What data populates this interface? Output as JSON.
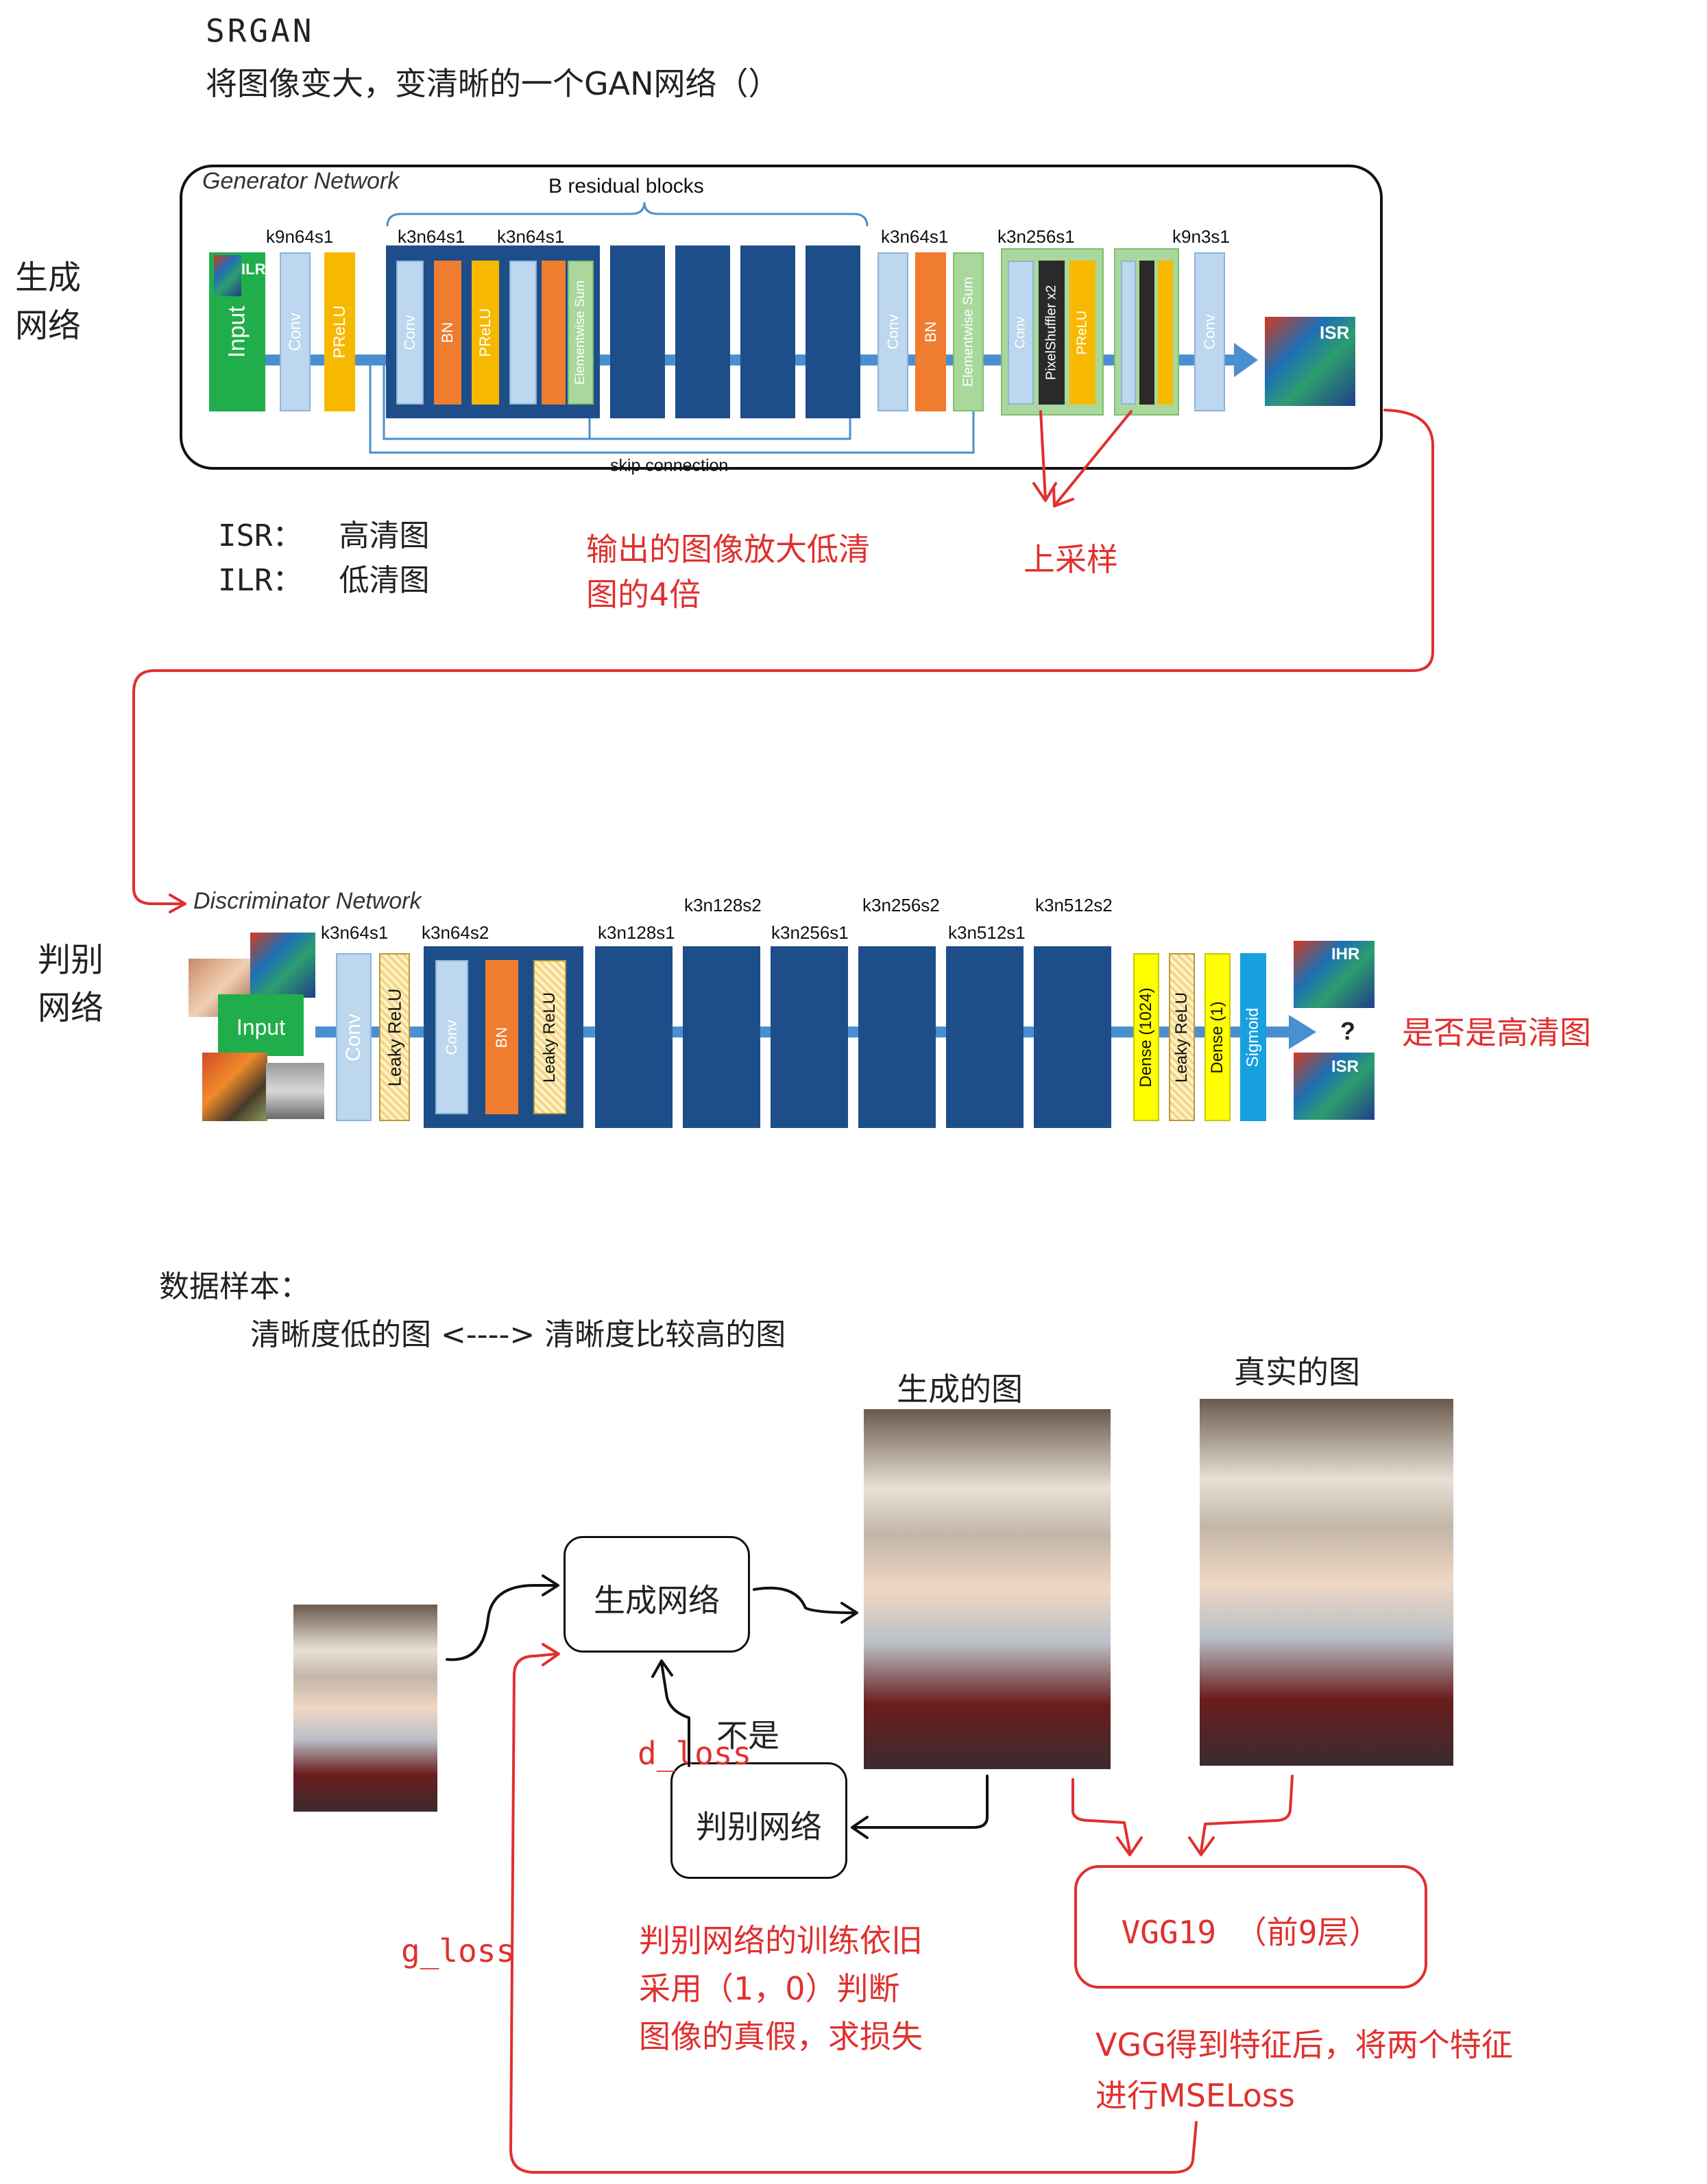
{
  "header": {
    "title": "SRGAN",
    "subtitle": "将图像变大，变清晰的一个GAN网络（）"
  },
  "generator": {
    "side_label_1": "生成",
    "side_label_2": "网络",
    "panel_title": "Generator Network",
    "residual_title": "B residual blocks",
    "skip_label": "skip connection",
    "input_label": "Input",
    "lr_tag": "LR",
    "sr_tag": "SR",
    "kernels": [
      "k9n64s1",
      "k3n64s1",
      "k3n64s1",
      "k3n64s1",
      "k3n256s1",
      "k9n3s1"
    ],
    "blocks": {
      "conv": "Conv",
      "prelu": "PReLU",
      "bn": "BN",
      "elementwise": "Elementwise Sum",
      "pixelshuffler": "PixelShuffler x2"
    }
  },
  "notes": {
    "isr_key": "ISR：",
    "isr_value": "高清图",
    "ilr_key": "ILR：",
    "ilr_value": "低清图",
    "output_note_1": "输出的图像放大低清",
    "output_note_2": "图的4倍",
    "upsample": "上采样"
  },
  "discriminator": {
    "side_label_1": "判别",
    "side_label_2": "网络",
    "panel_title": "Discriminator Network",
    "input_label": "Input",
    "hr_tag": "HR",
    "sr_tag": "SR",
    "question": "?",
    "answer_note": "是否是高清图",
    "kernels_low": [
      "k3n64s1",
      "k3n64s2",
      "k3n128s1",
      "k3n256s1",
      "k3n512s1"
    ],
    "kernels_high": [
      "k3n128s2",
      "k3n256s2",
      "k3n512s2"
    ],
    "blocks": {
      "conv": "Conv",
      "leaky": "Leaky ReLU",
      "bn": "BN",
      "dense1024": "Dense (1024)",
      "dense1": "Dense (1)",
      "sigmoid": "Sigmoid"
    }
  },
  "data_section": {
    "heading": "数据样本：",
    "pair": "清晰度低的图 <----> 清晰度比较高的图",
    "generated_label": "生成的图",
    "real_label": "真实的图",
    "gen_box": "生成网络",
    "disc_box": "判别网络",
    "not_label": "不是",
    "d_loss": "d_loss",
    "g_loss": "g_loss",
    "vgg_box": "VGG19 （前9层）",
    "disc_note_1": "判别网络的训练依旧",
    "disc_note_2": "采用（1，0）判断",
    "disc_note_3": "图像的真假，求损失",
    "vgg_note_1": "VGG得到特征后，将两个特征",
    "vgg_note_2": "进行MSELoss"
  },
  "colors": {
    "annotation_red": "#e0302e",
    "block_orange": "#ef7c2f",
    "block_yellow": "#f7b900",
    "block_lightblue": "#bcd7ee",
    "block_navy": "#1d4e89",
    "block_green": "#1fae4b",
    "arrow_blue": "#4a8fd0"
  }
}
